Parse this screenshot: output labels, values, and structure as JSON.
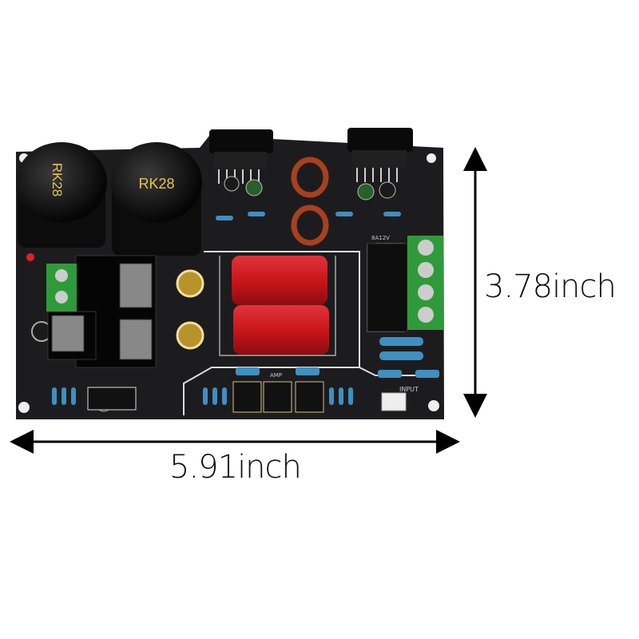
{
  "product": {
    "capacitor_label_left": "RK28",
    "capacitor_label_right": "RK28",
    "board_labels": {
      "relay": "8A12V",
      "amp": "AMP",
      "input": "INPUT"
    }
  },
  "dimensions": {
    "height_label": "3.78inch",
    "width_label": "5.91inch"
  },
  "colors": {
    "board": "#1c1c1e",
    "film_capacitor": "#c8161c",
    "terminal_block": "#2f9a3a",
    "resistor": "#3f8fc0",
    "arrow": "#000000"
  }
}
